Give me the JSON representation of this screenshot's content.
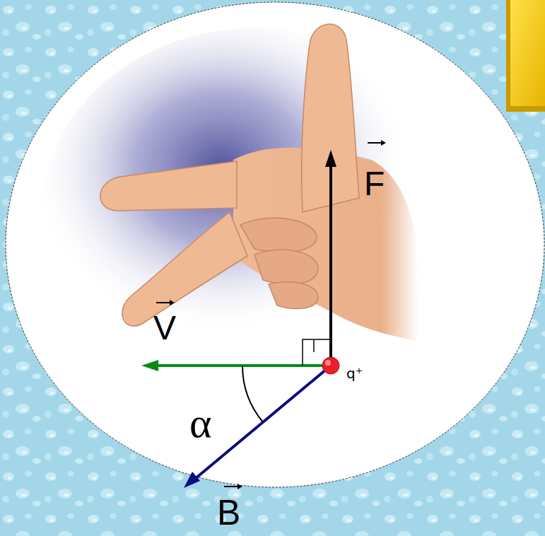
{
  "diagram": {
    "labels": [
      "F",
      "V",
      "q⁺",
      "α",
      "B"
    ]
  }
}
